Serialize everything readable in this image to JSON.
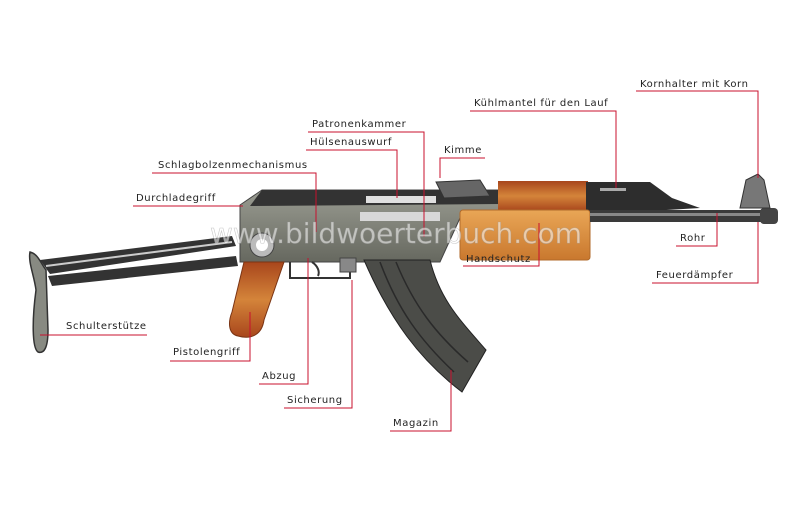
{
  "watermark": "www.bildwoerterbuch.com",
  "colors": {
    "leader": "#c8102e",
    "wood": "#d98a3a",
    "metal_dark": "#2e2e2e",
    "metal_gray": "#7a7c72"
  },
  "labels": {
    "kornhalter": "Kornhalter mit Korn",
    "kuehlmantel": "Kühlmantel für den Lauf",
    "patronenkammer": "Patronenkammer",
    "huelsenauswurf": "Hülsenauswurf",
    "kimme": "Kimme",
    "schlagbolzen": "Schlagbolzenmechanismus",
    "durchladegriff": "Durchladegriff",
    "rohr": "Rohr",
    "handschutz": "Handschutz",
    "feuerdaempfer": "Feuerdämpfer",
    "schulterstuetze": "Schulterstütze",
    "pistolengriff": "Pistolengriff",
    "abzug": "Abzug",
    "sicherung": "Sicherung",
    "magazin": "Magazin"
  }
}
